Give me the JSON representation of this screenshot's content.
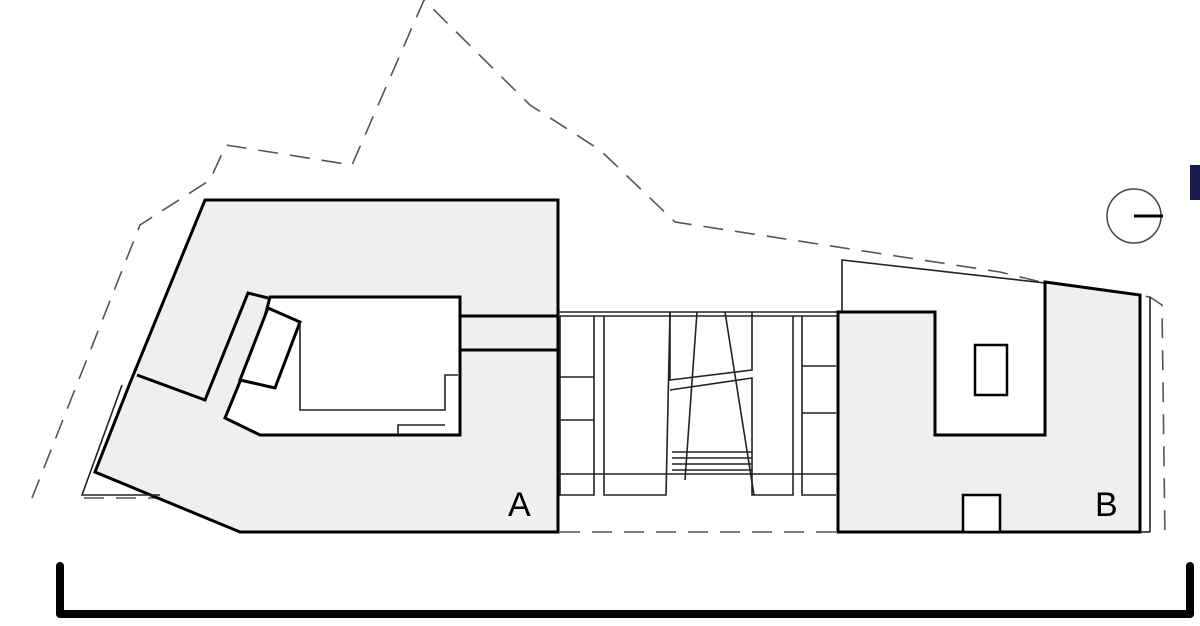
{
  "diagram": {
    "type": "architectural site plan",
    "buildings": [
      {
        "id": "A",
        "label": "A"
      },
      {
        "id": "B",
        "label": "B"
      }
    ],
    "connector": {
      "label": ""
    },
    "north_arrow": {
      "icon": "north-arrow-icon"
    },
    "scale_bracket": {
      "icon": "dimension-bracket"
    },
    "colors": {
      "building_fill": "#efefef",
      "outline": "#000000",
      "site_boundary": "#555555",
      "corner_mark": "#1a1a4e"
    }
  }
}
